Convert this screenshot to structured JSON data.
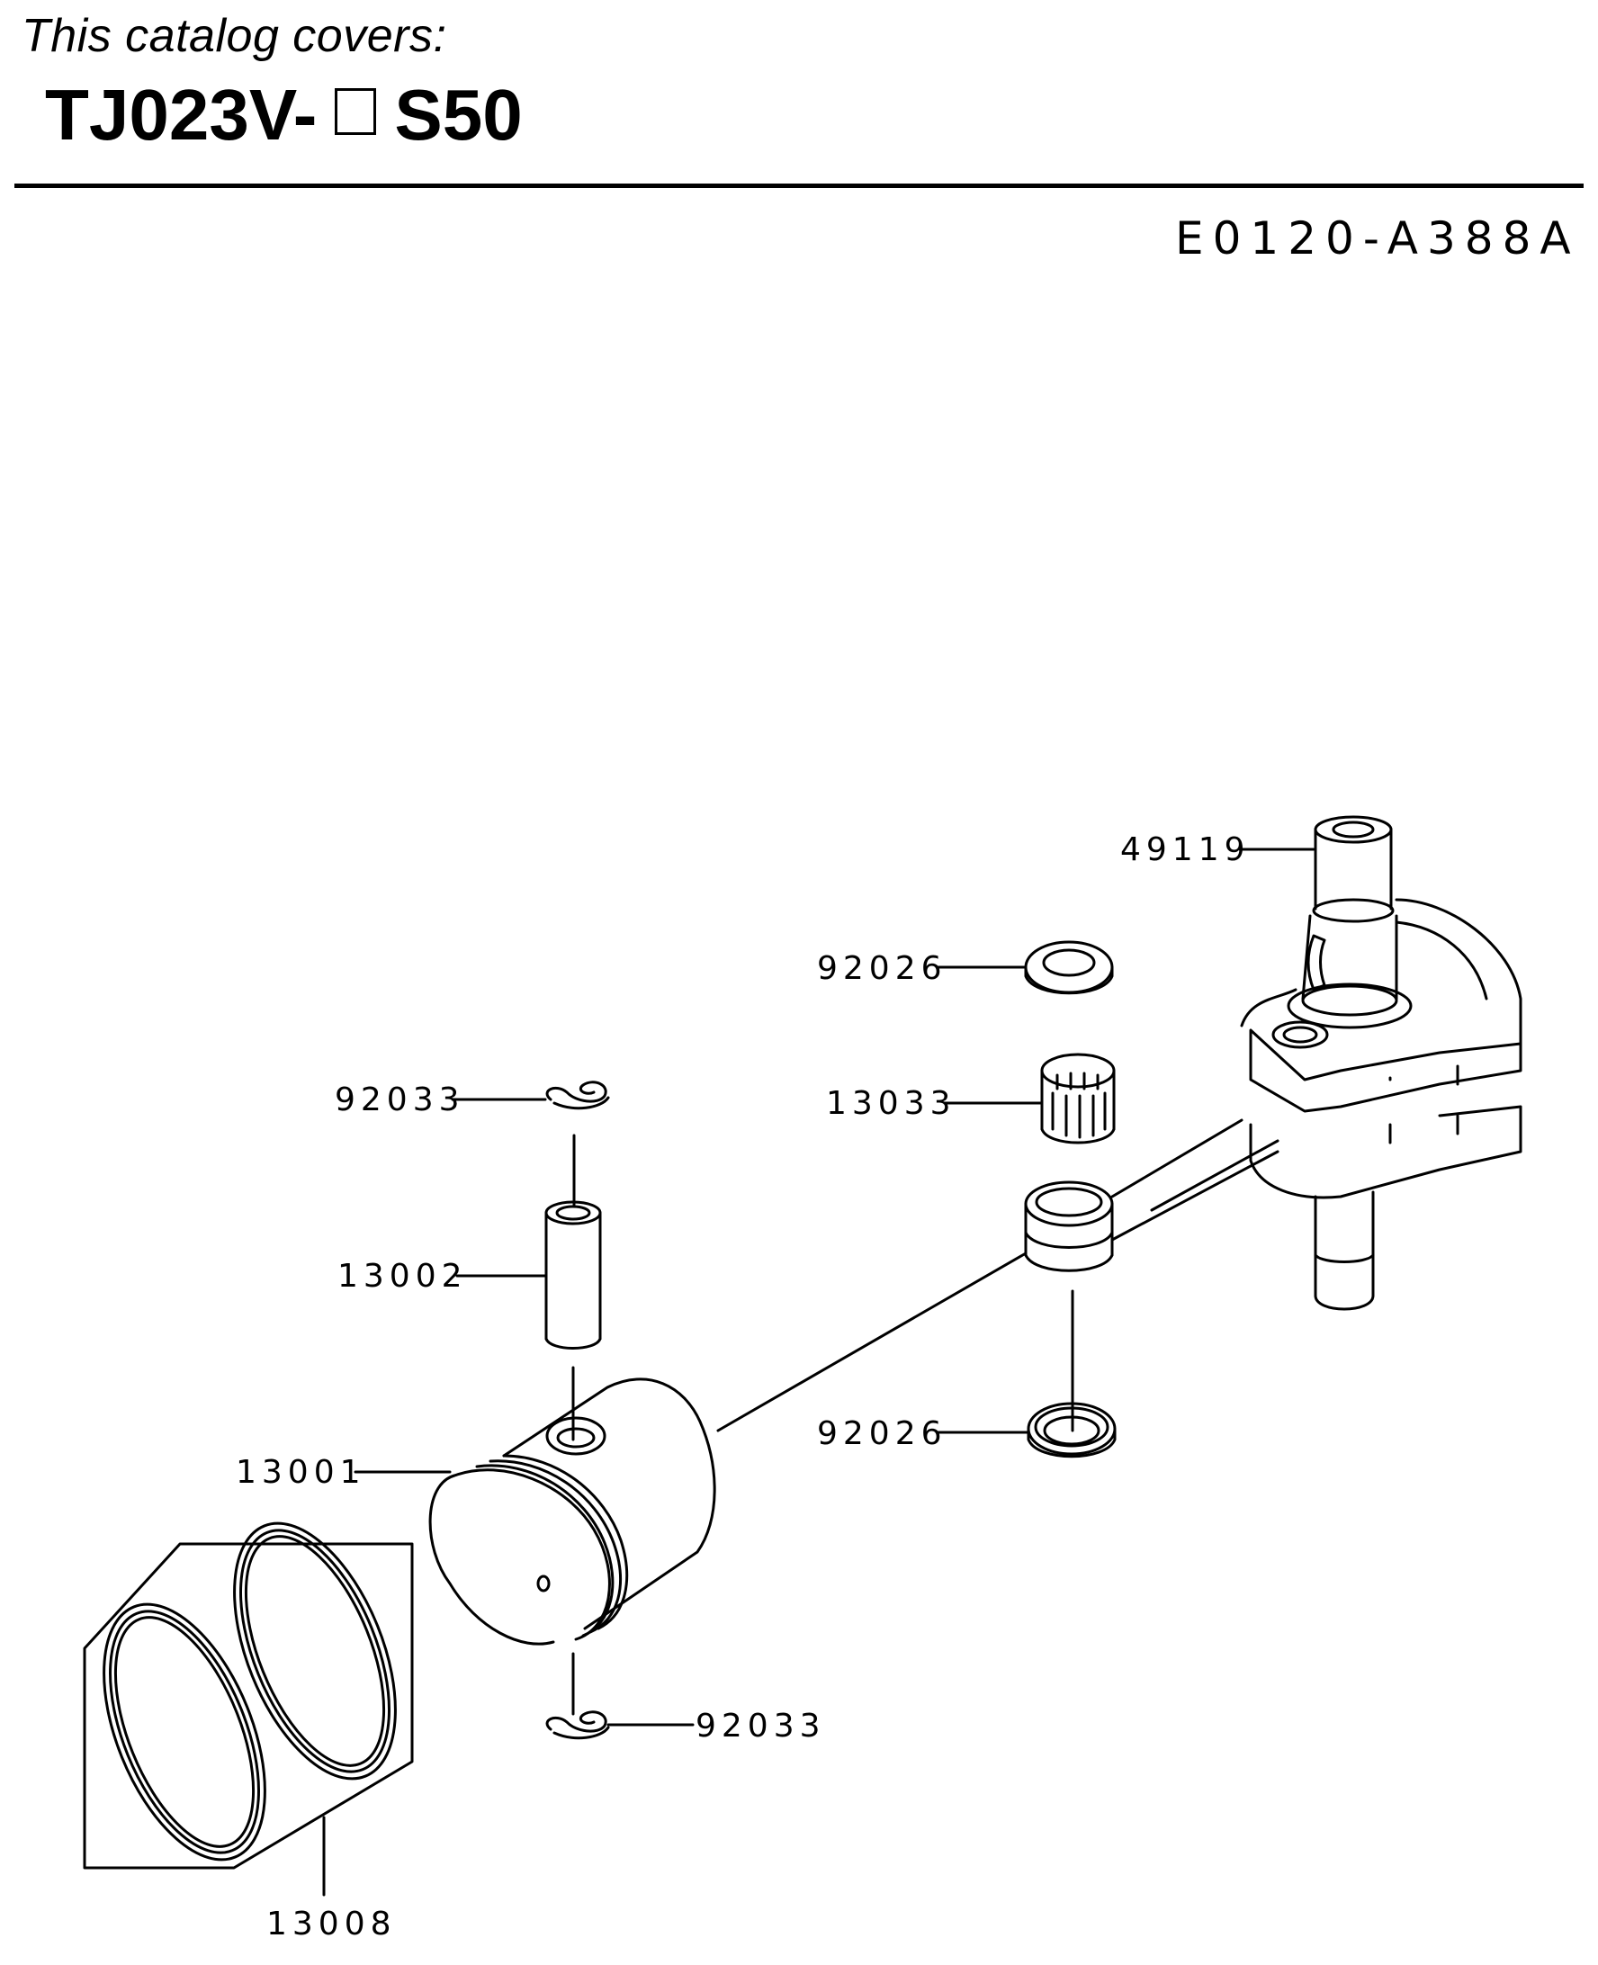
{
  "header": {
    "cover_label": "This catalog covers:",
    "model_prefix": "TJ023V-",
    "model_suffix": "S50",
    "figure_code": "E0120-A388A"
  },
  "parts": [
    {
      "id": "crankshaft",
      "number": "49119",
      "name_hint": "crankshaft"
    },
    {
      "id": "washer-upper",
      "number": "92026",
      "name_hint": "washer"
    },
    {
      "id": "needle-bearing",
      "number": "13033",
      "name_hint": "needle bearing"
    },
    {
      "id": "circlip-upper",
      "number": "92033",
      "name_hint": "circlip"
    },
    {
      "id": "piston-pin",
      "number": "13002",
      "name_hint": "piston pin"
    },
    {
      "id": "piston",
      "number": "13001",
      "name_hint": "piston"
    },
    {
      "id": "washer-lower",
      "number": "92026",
      "name_hint": "washer"
    },
    {
      "id": "circlip-lower",
      "number": "92033",
      "name_hint": "circlip"
    },
    {
      "id": "piston-ring-set",
      "number": "13008",
      "name_hint": "piston ring set"
    }
  ]
}
